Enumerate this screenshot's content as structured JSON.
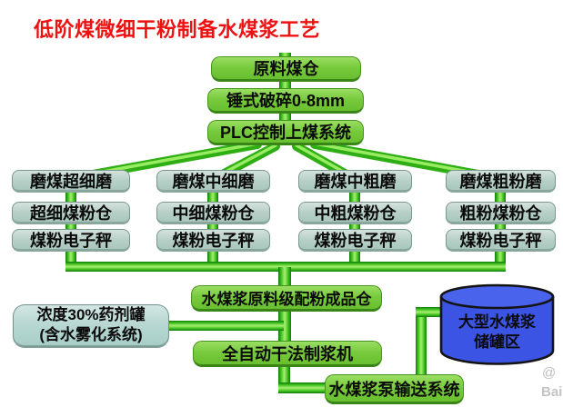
{
  "title": "低阶煤微细干粉制备水煤浆工艺",
  "nodes": {
    "raw_bunker": "原料煤仓",
    "crusher": "锤式破碎0-8mm",
    "plc": "PLC控制上煤系统",
    "mill_columns": [
      {
        "mill": "磨煤超细磨",
        "bunker": "超细煤粉仓",
        "scale": "煤粉电子秤"
      },
      {
        "mill": "磨煤中细磨",
        "bunker": "中细煤粉仓",
        "scale": "煤粉电子秤"
      },
      {
        "mill": "磨煤中粗磨",
        "bunker": "中粗煤粉仓",
        "scale": "煤粉电子秤"
      },
      {
        "mill": "磨煤粗粉磨",
        "bunker": "粗粉煤粉仓",
        "scale": "煤粉电子秤"
      }
    ],
    "blend_bunker": "水煤浆原料级配粉成品仓",
    "additive_tank_line1": "浓度30%药剂罐",
    "additive_tank_line2": "(含水雾化系统)",
    "slurry_machine": "全自动干法制浆机",
    "pump_system": "水煤浆泵输送系统",
    "storage_tank_line1": "大型水煤浆",
    "storage_tank_line2": "储罐区"
  },
  "watermark": {
    "symbol": "@",
    "text": "Bai"
  },
  "colors": {
    "title_red": "#ee1111",
    "process_green": "#77ca3c",
    "equipment_teal": "#b7d0c7",
    "additive_cyan": "#b6d6d1",
    "pipe_green": "#3dbf1c",
    "tank_blue": "#3b54e4"
  }
}
